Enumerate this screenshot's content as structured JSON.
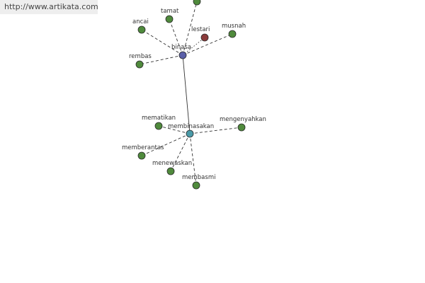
{
  "watermark": "http://www.artikata.com",
  "colors": {
    "leaf": "#4f8a3c",
    "hub_primary": "#5a5fa8",
    "hub_secondary": "#4a9aa8",
    "antonym": "#8a3a3a",
    "edge": "#333333"
  },
  "nodes": [
    {
      "id": "binasa",
      "label": "binasa",
      "kind": "hub_primary"
    },
    {
      "id": "membinasakan",
      "label": "membinasakan",
      "kind": "hub_secondary"
    },
    {
      "id": "ancai",
      "label": "ancai",
      "kind": "leaf"
    },
    {
      "id": "tamat",
      "label": "tamat",
      "kind": "leaf"
    },
    {
      "id": "top",
      "label": "",
      "kind": "leaf"
    },
    {
      "id": "lestari",
      "label": "lestari",
      "kind": "antonym"
    },
    {
      "id": "musnah",
      "label": "musnah",
      "kind": "leaf"
    },
    {
      "id": "rembas",
      "label": "rembas",
      "kind": "leaf"
    },
    {
      "id": "mematikan",
      "label": "mematikan",
      "kind": "leaf"
    },
    {
      "id": "mengenyahkan",
      "label": "mengenyahkan",
      "kind": "leaf"
    },
    {
      "id": "memberantas",
      "label": "memberantas",
      "kind": "leaf"
    },
    {
      "id": "menewaskan",
      "label": "menewaskan",
      "kind": "leaf"
    },
    {
      "id": "membasmi",
      "label": "membasmi",
      "kind": "leaf"
    }
  ],
  "edges": [
    {
      "from": "binasa",
      "to": "membinasakan",
      "style": "solid"
    },
    {
      "from": "binasa",
      "to": "ancai",
      "style": "dashed"
    },
    {
      "from": "binasa",
      "to": "tamat",
      "style": "dashed"
    },
    {
      "from": "binasa",
      "to": "top",
      "style": "dashed"
    },
    {
      "from": "binasa",
      "to": "lestari",
      "style": "dotted"
    },
    {
      "from": "binasa",
      "to": "musnah",
      "style": "dashed"
    },
    {
      "from": "binasa",
      "to": "rembas",
      "style": "dashed"
    },
    {
      "from": "membinasakan",
      "to": "mematikan",
      "style": "dashed"
    },
    {
      "from": "membinasakan",
      "to": "mengenyahkan",
      "style": "dashed"
    },
    {
      "from": "membinasakan",
      "to": "memberantas",
      "style": "dashed"
    },
    {
      "from": "membinasakan",
      "to": "menewaskan",
      "style": "dashed"
    },
    {
      "from": "membinasakan",
      "to": "membasmi",
      "style": "dashed"
    }
  ]
}
